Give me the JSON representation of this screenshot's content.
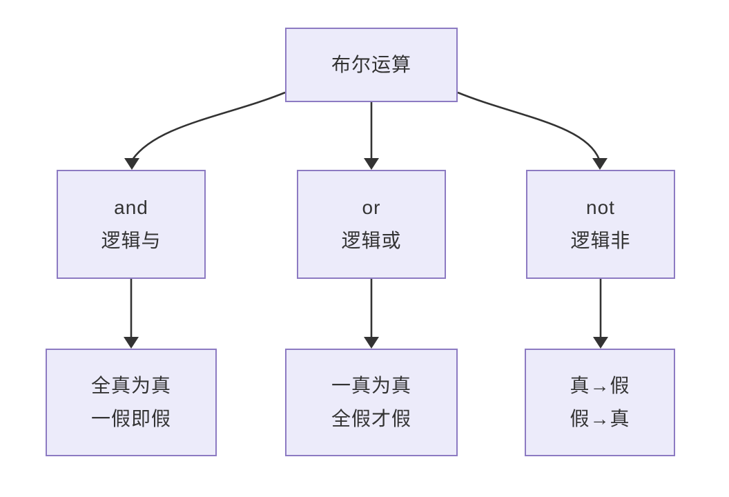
{
  "diagram": {
    "type": "flowchart",
    "direction": "top-down",
    "colors": {
      "node_fill": "#ECEBFA",
      "node_border": "#8C7AC2",
      "edge": "#333333",
      "text": "#333333",
      "bg": "#FFFFFF"
    },
    "nodes": {
      "root": {
        "lines": [
          "布尔运算"
        ]
      },
      "and": {
        "lines": [
          "and",
          "逻辑与"
        ]
      },
      "or": {
        "lines": [
          "or",
          "逻辑或"
        ]
      },
      "not": {
        "lines": [
          "not",
          "逻辑非"
        ]
      },
      "and_rule": {
        "lines": [
          "全真为真",
          "一假即假"
        ]
      },
      "or_rule": {
        "lines": [
          "一真为真",
          "全假才假"
        ]
      },
      "not_rule": {
        "lines": [
          "真→假",
          "假→真"
        ]
      }
    },
    "edges": [
      {
        "from": "root",
        "to": "and"
      },
      {
        "from": "root",
        "to": "or"
      },
      {
        "from": "root",
        "to": "not"
      },
      {
        "from": "and",
        "to": "and_rule"
      },
      {
        "from": "or",
        "to": "or_rule"
      },
      {
        "from": "not",
        "to": "not_rule"
      }
    ]
  }
}
